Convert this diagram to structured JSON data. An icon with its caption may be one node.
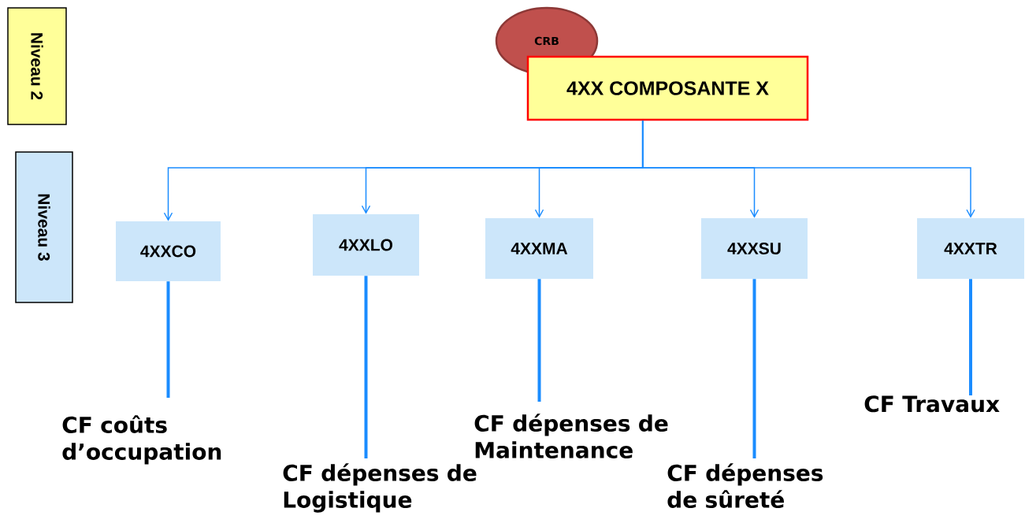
{
  "diagram": {
    "nodes": [
      {
        "text": [
          "Niveau 2"
        ]
      },
      {
        "text": [
          "Niveau 3"
        ]
      },
      {
        "text": [
          "CRB"
        ]
      },
      {
        "text": [
          "4XX COMPOSANTE X"
        ]
      },
      {
        "text": [
          "4XXCO"
        ]
      },
      {
        "text": [
          "4XXLO"
        ]
      },
      {
        "text": [
          "4XXMA"
        ]
      },
      {
        "text": [
          "4XXSU"
        ]
      },
      {
        "text": [
          "4XXTR"
        ]
      },
      {
        "text": [
          "CF coûts d’occupation"
        ]
      },
      {
        "text": [
          "CF dépenses de Logistique"
        ]
      },
      {
        "text": [
          "CF dépenses de Maintenance"
        ]
      },
      {
        "text": [
          "CF dépenses de sûreté"
        ]
      },
      {
        "text": [
          "CF Travaux"
        ]
      }
    ],
    "edges": [
      {
        "from": 3,
        "to": 4,
        "arrow": "to"
      },
      {
        "from": 3,
        "to": 5,
        "arrow": "to"
      },
      {
        "from": 3,
        "to": 6,
        "arrow": "to"
      },
      {
        "from": 3,
        "to": 7,
        "arrow": "to"
      },
      {
        "from": 3,
        "to": 8,
        "arrow": "to"
      },
      {
        "from": 4,
        "to": 9,
        "arrow": "none",
        "style": "thick"
      },
      {
        "from": 5,
        "to": 10,
        "arrow": "none",
        "style": "thick"
      },
      {
        "from": 6,
        "to": 11,
        "arrow": "none",
        "style": "thick"
      },
      {
        "from": 7,
        "to": 12,
        "arrow": "none",
        "style": "thick"
      },
      {
        "from": 8,
        "to": 13,
        "arrow": "none",
        "style": "thick"
      }
    ]
  }
}
